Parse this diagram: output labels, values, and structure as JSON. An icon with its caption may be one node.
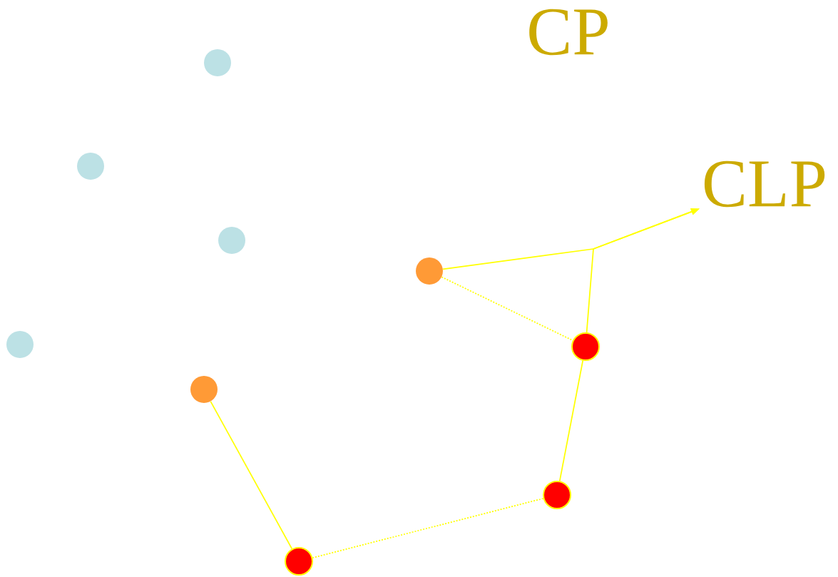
{
  "diagram": {
    "nodes": [
      {
        "text": [],
        "shape": "circle"
      },
      {
        "text": [],
        "shape": "circle"
      },
      {
        "text": [
          "CLP"
        ]
      },
      {
        "text": [],
        "shape": "circle"
      },
      {
        "text": [],
        "shape": "circle"
      },
      {
        "text": [],
        "shape": "circle"
      },
      {
        "text": [],
        "shape": "circle"
      },
      {
        "text": [],
        "shape": "circle"
      },
      {
        "text": [],
        "shape": "circle"
      },
      {
        "text": [],
        "shape": "circle"
      }
    ],
    "edges": [
      {
        "from": 4,
        "to": 2,
        "arrow": "to"
      },
      {
        "from": 6,
        "to": 2,
        "arrow": "to"
      },
      {
        "from": 4,
        "to": 6,
        "arrow": "none",
        "style": "dashed"
      },
      {
        "from": 6,
        "to": 8,
        "arrow": "none"
      },
      {
        "from": 8,
        "to": 9,
        "arrow": "none",
        "style": "dashed"
      },
      {
        "from": 9,
        "to": 7,
        "arrow": "none"
      }
    ],
    "labels": [
      "CP"
    ]
  }
}
